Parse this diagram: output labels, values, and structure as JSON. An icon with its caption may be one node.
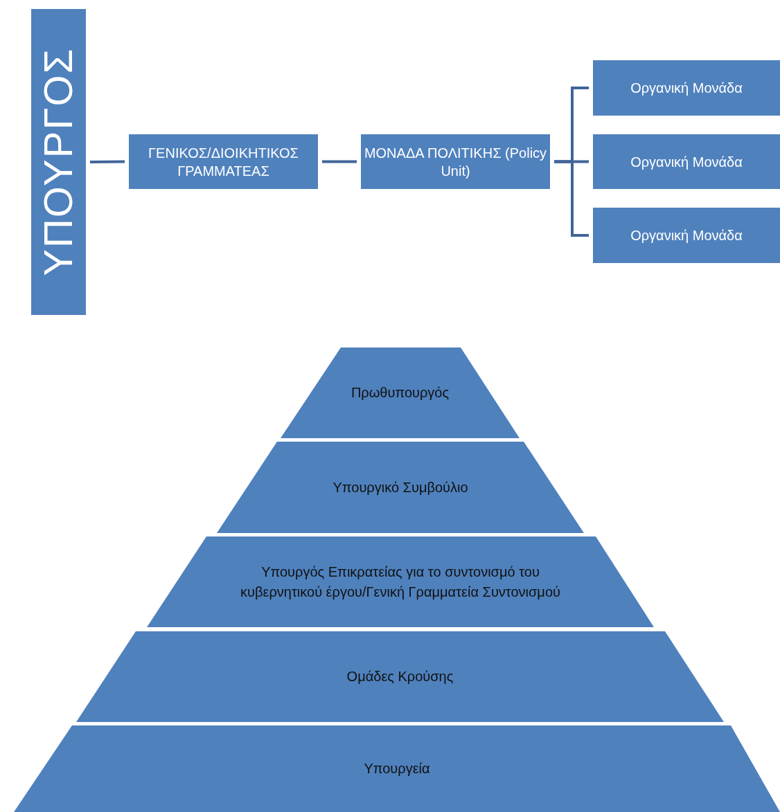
{
  "diagram": {
    "nodes": [
      {
        "text": [
          "ΥΠΟΥΡΓΟΣ"
        ]
      },
      {
        "text": [
          "ΓΕΝΙΚΟΣ/ΔΙΟΙΚΗΤΙΚΟΣ ΓΡΑΜΜΑΤΕΑΣ"
        ]
      },
      {
        "text": [
          "ΜΟΝΑΔΑ ΠΟΛΙΤΙΚΗΣ (Policy Unit)"
        ]
      },
      {
        "text": [
          "Οργανική Μονάδα"
        ]
      },
      {
        "text": [
          "Οργανική Μονάδα"
        ]
      },
      {
        "text": [
          "Οργανική Μονάδα"
        ]
      },
      {
        "text": [
          "Πρωθυπουργός"
        ]
      },
      {
        "text": [
          "Υπουργικό Συμβούλιο"
        ]
      },
      {
        "text": [
          "Υπουργός Επικρατείας για το συντονισμό του κυβερνητικού έργου/Γενική Γραμματεία Συντονισμού"
        ]
      },
      {
        "text": [
          "Ομάδες Κρούσης"
        ]
      },
      {
        "text": [
          "Υπουργεία"
        ]
      }
    ],
    "edges": [
      {
        "from": 0,
        "to": 1,
        "arrow": "none"
      },
      {
        "from": 1,
        "to": 2,
        "arrow": "none"
      },
      {
        "from": 2,
        "to": 3,
        "arrow": "none"
      },
      {
        "from": 2,
        "to": 4,
        "arrow": "none"
      },
      {
        "from": 2,
        "to": 5,
        "arrow": "none"
      }
    ]
  }
}
